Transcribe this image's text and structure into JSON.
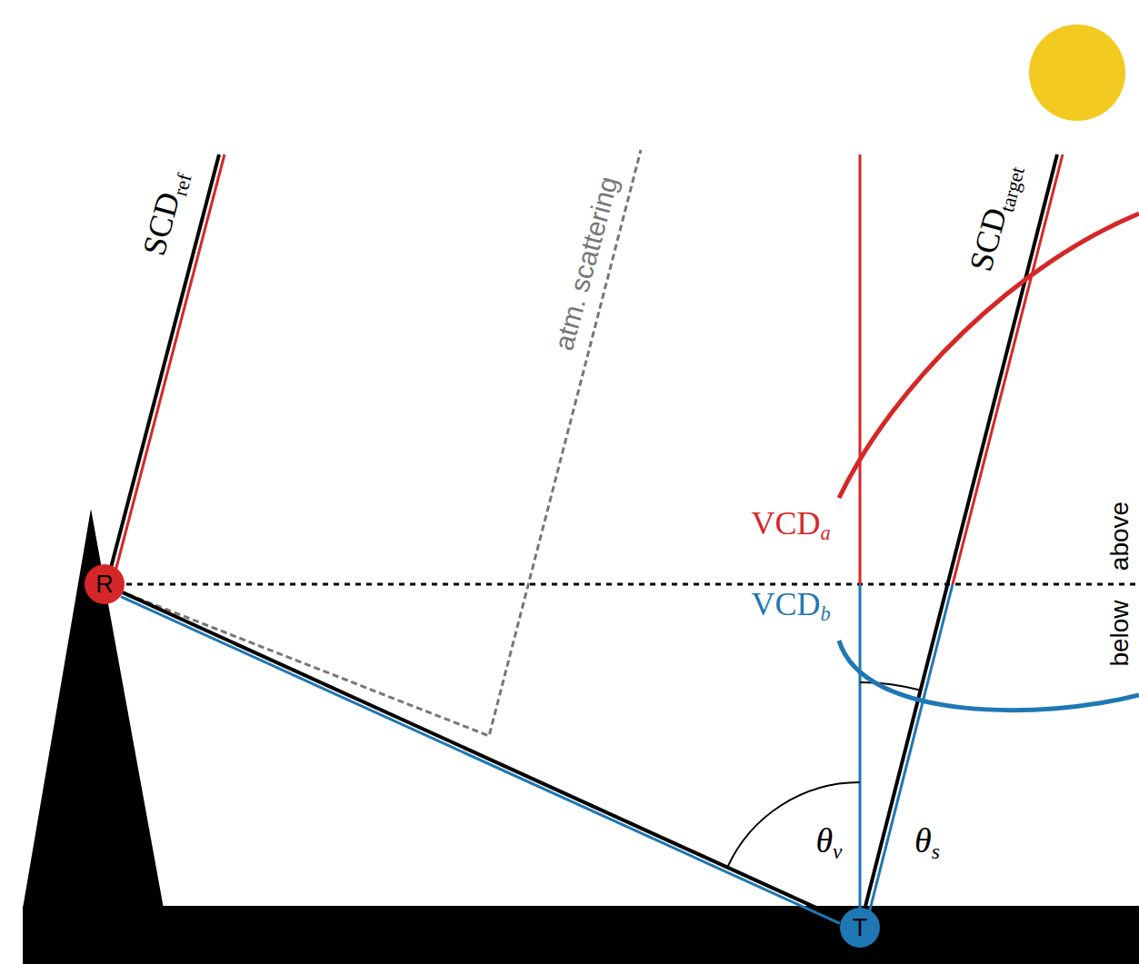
{
  "diagram": {
    "nodes": [
      {
        "text": [
          "R"
        ]
      },
      {
        "text": [
          "T"
        ]
      }
    ],
    "edges": [
      {
        "from": 0,
        "to": 1,
        "arrow": "none"
      }
    ],
    "labels": [
      "SCDref",
      "atm. scattering",
      "SCDtarget",
      "VCDa",
      "above",
      "VCDb",
      "below",
      "θv",
      "θs"
    ]
  }
}
